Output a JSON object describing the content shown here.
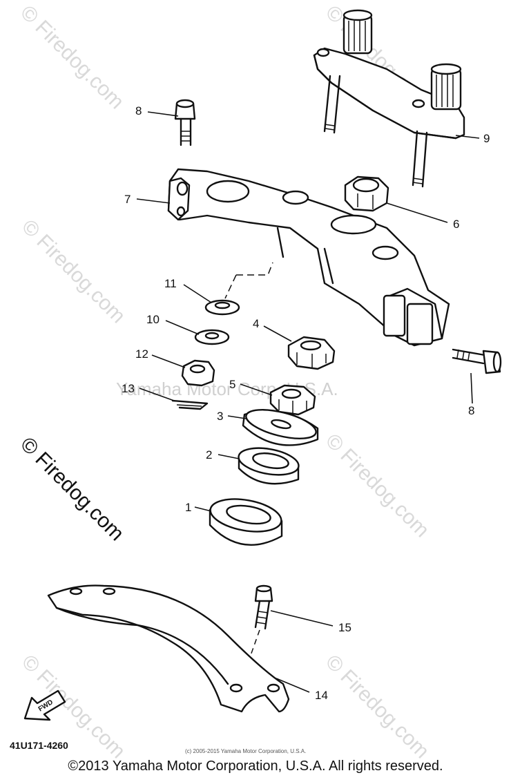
{
  "watermark": {
    "site": "© Firedog.com",
    "center": "Yamaha Motor Corp, U.S.A."
  },
  "diagram": {
    "drawing_code": "41U171-4260",
    "fwd_label": "FWD",
    "small_notice": "(c) 2005-2015 Yamaha Motor Corporation, U.S.A.",
    "copyright": "©2013 Yamaha Motor Corporation, U.S.A. All rights reserved.",
    "callouts": {
      "c1": "1",
      "c2": "2",
      "c3": "3",
      "c4": "4",
      "c5": "5",
      "c6": "6",
      "c7": "7",
      "c8a": "8",
      "c8b": "8",
      "c9": "9",
      "c10": "10",
      "c11": "11",
      "c12": "12",
      "c13": "13",
      "c14": "14",
      "c15": "15"
    }
  }
}
